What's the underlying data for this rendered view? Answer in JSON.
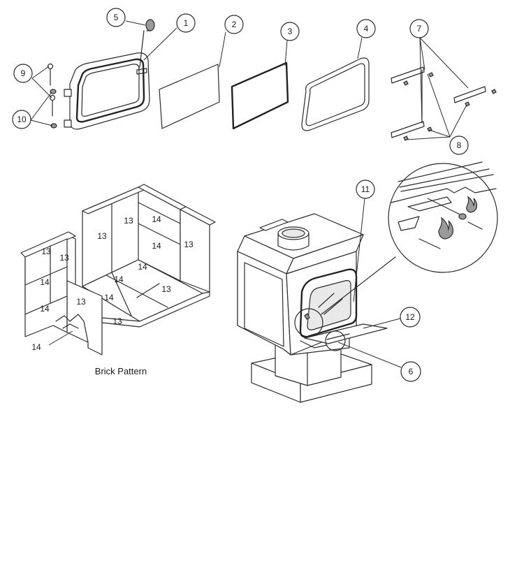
{
  "diagram": {
    "callouts": [
      "1",
      "2",
      "3",
      "4",
      "5",
      "6",
      "7",
      "8",
      "9",
      "10",
      "11",
      "12"
    ],
    "brick_labels": {
      "back_left": "13",
      "back_right_top": "14",
      "back_right_mid": "14",
      "back_inner": "13",
      "right_side": "13",
      "left_top_a": "13",
      "left_top_b": "13",
      "left_mid": "14",
      "left_low": "14",
      "floor_back": "14",
      "floor_mid": "14",
      "floor_right": "13",
      "floor_front_left": "14",
      "floor_front": "13",
      "front_left": "13",
      "pointer": "14"
    },
    "caption": "Brick Pattern"
  }
}
